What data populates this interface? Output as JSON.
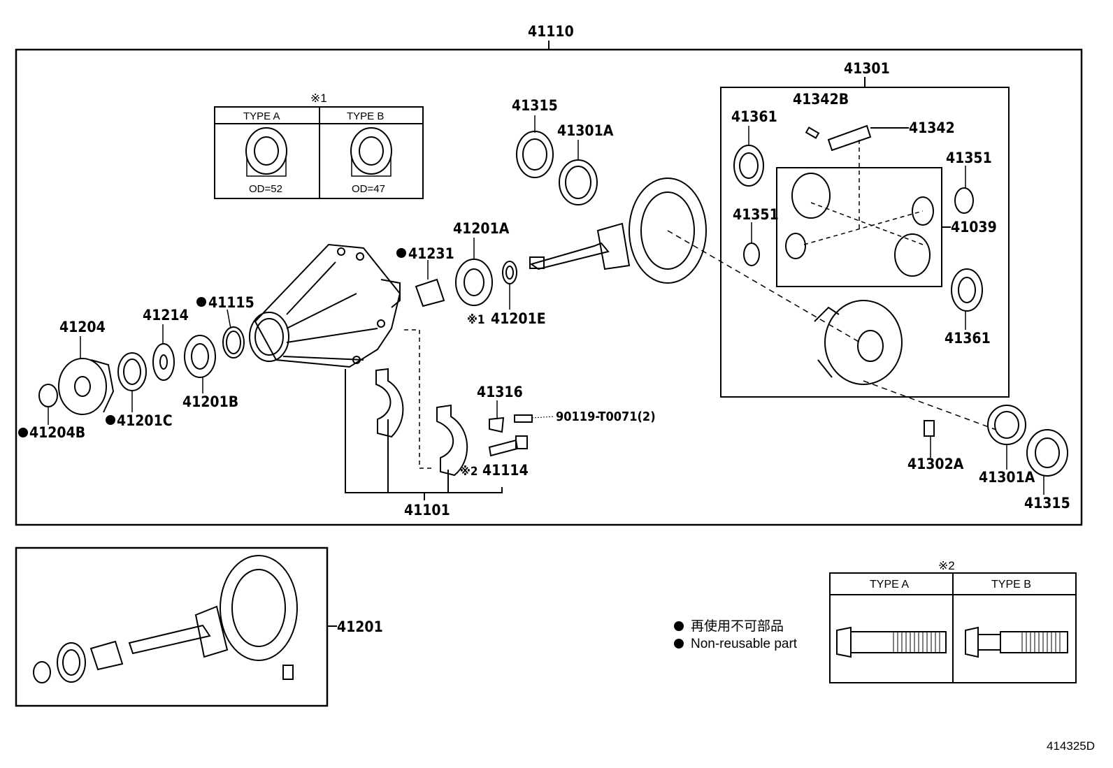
{
  "labels": {
    "p41110": "41110",
    "p41301": "41301",
    "p41342B": "41342B",
    "p41342": "41342",
    "p41361_top": "41361",
    "p41351_right": "41351",
    "p41351_left": "41351",
    "p41039": "41039",
    "p41361_bot": "41361",
    "p41315_top": "41315",
    "p41301A_top": "41301A",
    "p41201A": "41201A",
    "p41231": "41231",
    "p41201E": "41201E",
    "p41115": "41115",
    "p41214": "41214",
    "p41204": "41204",
    "p41201B": "41201B",
    "p41201C": "41201C",
    "p41204B": "41204B",
    "p41316": "41316",
    "p90119": "90119-T0071(2)",
    "p41114": "41114",
    "p41101": "41101",
    "p41302A": "41302A",
    "p41301A_bot": "41301A",
    "p41315_bot": "41315",
    "p41201": "41201"
  },
  "marks": {
    "note1": "※1",
    "note2": "※2"
  },
  "table1": {
    "note": "※1",
    "type_a": "TYPE A",
    "type_b": "TYPE B",
    "od_a": "OD=52",
    "od_b": "OD=47"
  },
  "table2": {
    "note": "※2",
    "type_a": "TYPE A",
    "type_b": "TYPE B"
  },
  "legend": {
    "jp": "再使用不可部品",
    "en": "Non-reusable part"
  },
  "diagram_id": "414325D"
}
